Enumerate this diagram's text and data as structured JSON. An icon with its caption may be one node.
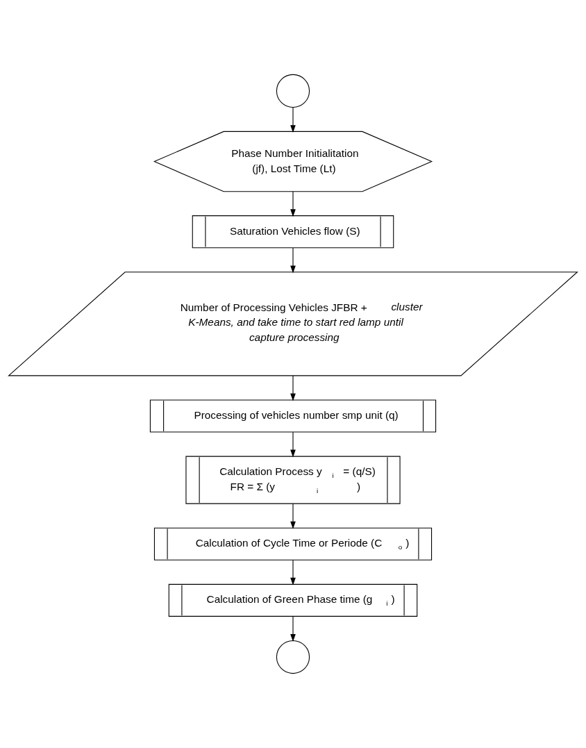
{
  "diagram": {
    "nodes": [
      {
        "text": [],
        "shape": "circle"
      },
      {
        "text": [
          "Phase Number Initialitation (jf), Lost Time (Lt)"
        ]
      },
      {
        "text": [
          "Saturation Vehicles flow (S)"
        ]
      },
      {
        "text": [
          "Number of Processing Vehicles JFBR + *cluster K-Means, and take time to start red lamp until capture processing*"
        ]
      },
      {
        "text": [
          "Processing of vehicles number smp unit (q)"
        ]
      },
      {
        "text": [
          "Calculation Process y$_{i}$ = (q/S)",
          "FR = Σ (y$_{i}$)"
        ]
      },
      {
        "text": [
          "Calculation of Cycle Time or Periode (C$_{o}$)"
        ]
      },
      {
        "text": [
          "Calculation of Green Phase time (g$_{i}$)"
        ]
      },
      {
        "text": [],
        "shape": "circle"
      }
    ],
    "edges": [
      {
        "from": 0,
        "to": 1,
        "arrow": "to"
      },
      {
        "from": 1,
        "to": 2,
        "arrow": "to"
      },
      {
        "from": 2,
        "to": 3,
        "arrow": "to"
      },
      {
        "from": 3,
        "to": 4,
        "arrow": "to"
      },
      {
        "from": 4,
        "to": 5,
        "arrow": "to"
      },
      {
        "from": 5,
        "to": 6,
        "arrow": "to"
      },
      {
        "from": 6,
        "to": 7,
        "arrow": "to"
      },
      {
        "from": 7,
        "to": 8,
        "arrow": "to"
      }
    ]
  }
}
